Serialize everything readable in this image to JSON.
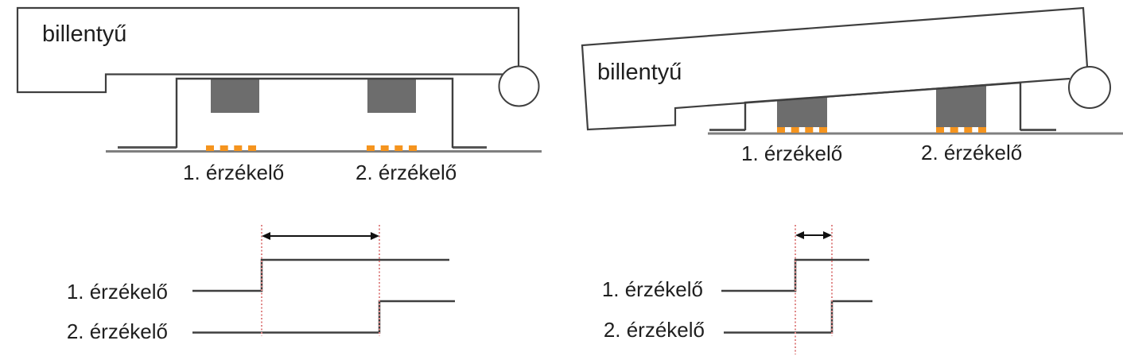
{
  "panels": {
    "key_up": {
      "key_label": "billentyű",
      "sensor1_label": "1. érzékelő",
      "sensor2_label": "2. érzékelő"
    },
    "key_down": {
      "key_label": "billentyű",
      "sensor1_label": "1. érzékelő",
      "sensor2_label": "2. érzékelő"
    },
    "timing_slow": {
      "sensor1_label": "1. érzékelő",
      "sensor2_label": "2. érzékelő"
    },
    "timing_fast": {
      "sensor1_label": "1. érzékelő",
      "sensor2_label": "2. érzékelő"
    }
  },
  "colors": {
    "outline": "#3f3f3f",
    "hammer_gray": "#6d6d6d",
    "sensor_orange": "#f5941e",
    "marker_red": "#e08888",
    "ground_gray": "#7f7f7f",
    "trace": "#3f3f3f",
    "text": "#1f1f1f"
  }
}
